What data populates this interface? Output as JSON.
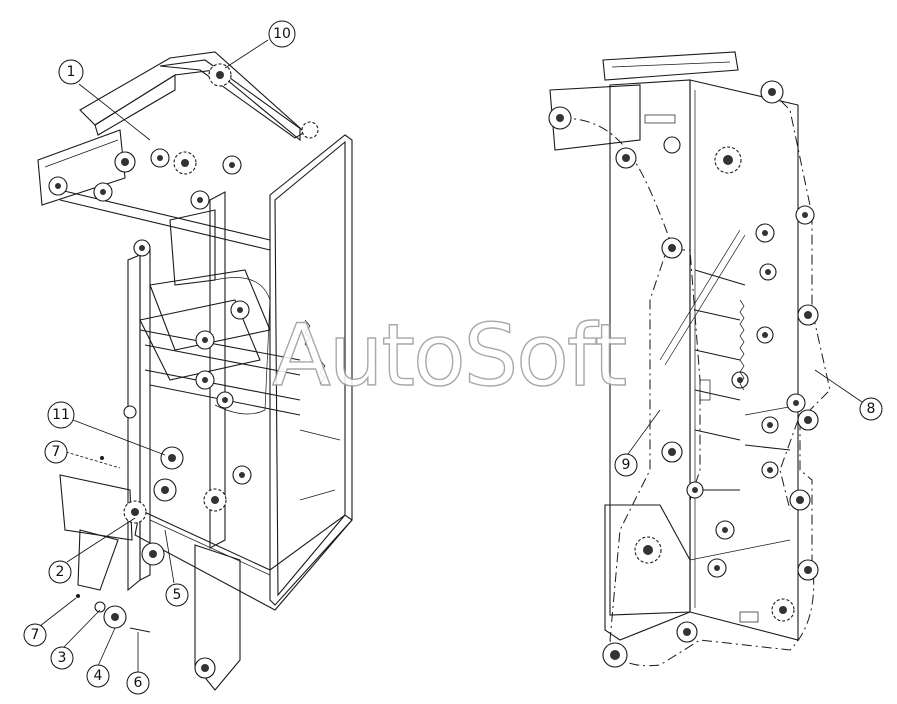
{
  "watermark": "AutoSoft",
  "callouts": [
    {
      "id": "c1",
      "label": "1"
    },
    {
      "id": "c2",
      "label": "2"
    },
    {
      "id": "c3",
      "label": "3"
    },
    {
      "id": "c4",
      "label": "4"
    },
    {
      "id": "c5",
      "label": "5"
    },
    {
      "id": "c6",
      "label": "6"
    },
    {
      "id": "c7a",
      "label": "7"
    },
    {
      "id": "c7b",
      "label": "7"
    },
    {
      "id": "c8",
      "label": "8"
    },
    {
      "id": "c9",
      "label": "9"
    },
    {
      "id": "c10",
      "label": "10"
    },
    {
      "id": "c11",
      "label": "11"
    }
  ],
  "colors": {
    "line": "#1a1a1a",
    "watermark": "#9a9a9a",
    "background": "#ffffff"
  }
}
